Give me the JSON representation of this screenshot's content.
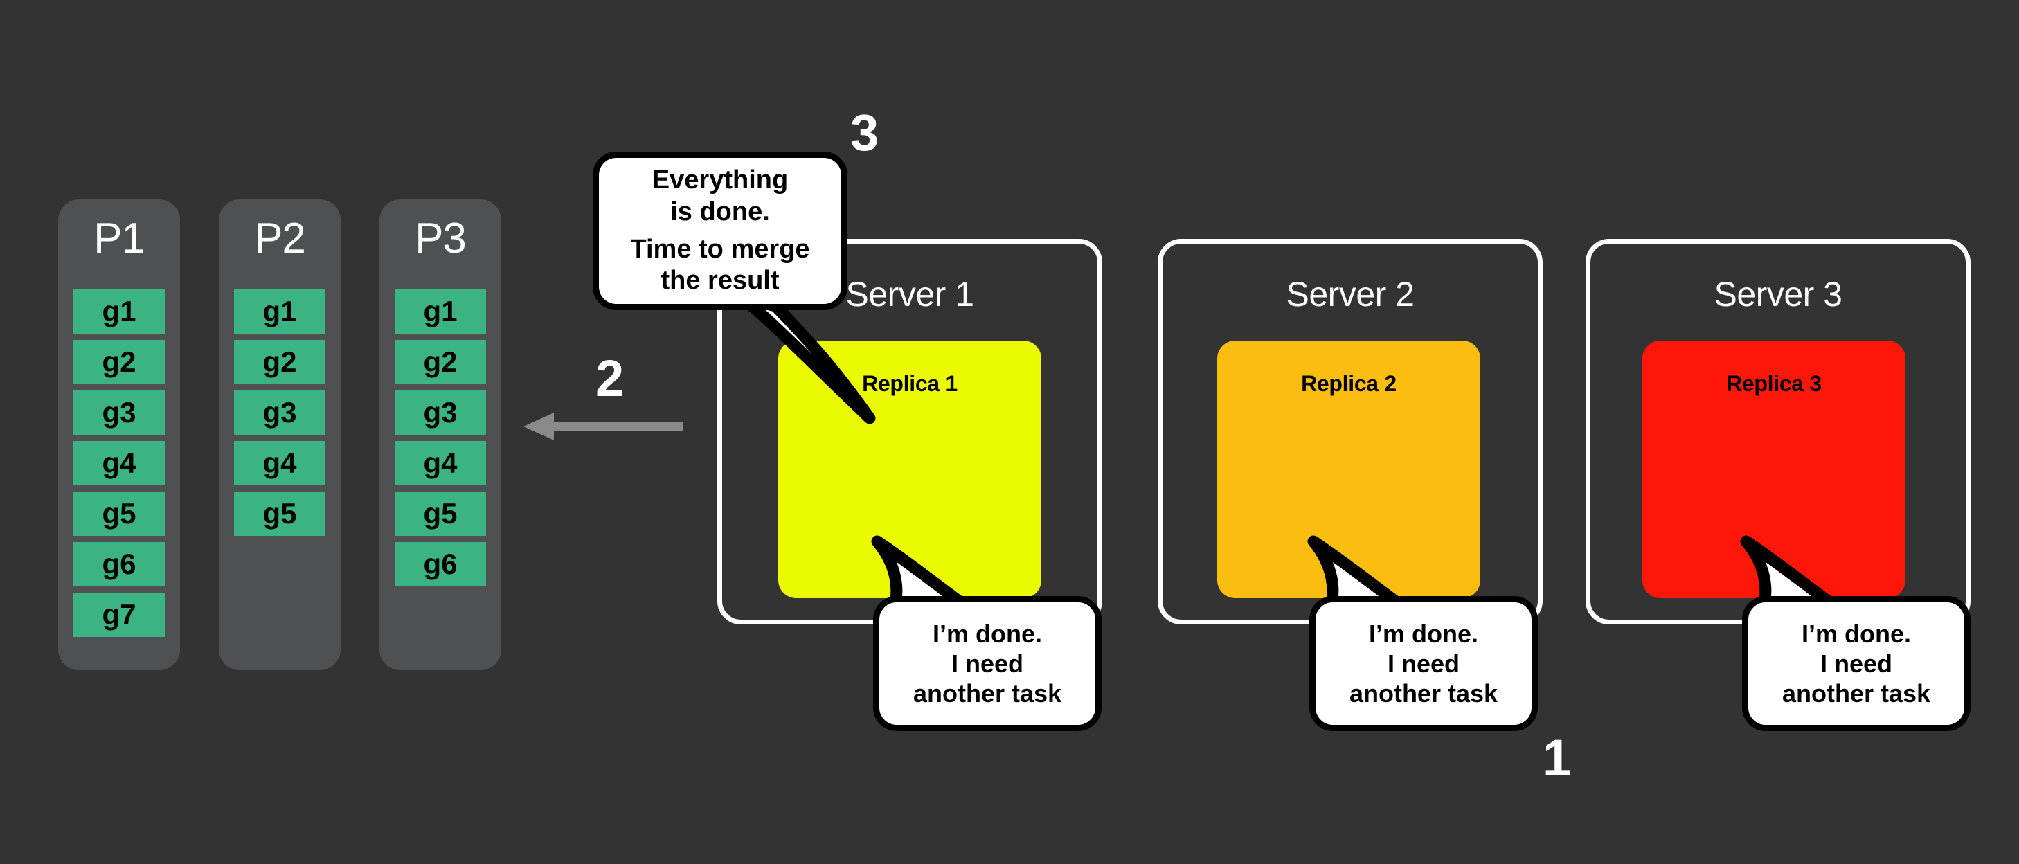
{
  "colors": {
    "background": "#333333",
    "partition_bg": "#4f5052",
    "chunk_green": "#3bb383",
    "replica_1": "#ecfa00",
    "replica_2": "#fbbe10",
    "replica_3": "#fe1608",
    "frame_white": "#ffffff",
    "arrow_gray": "#8a8a8a",
    "text_white": "#ffffff",
    "text_black": "#000000"
  },
  "partitions": [
    {
      "title": "P1",
      "chunks": [
        "g1",
        "g2",
        "g3",
        "g4",
        "g5",
        "g6",
        "g7"
      ]
    },
    {
      "title": "P2",
      "chunks": [
        "g1",
        "g2",
        "g3",
        "g4",
        "g5"
      ]
    },
    {
      "title": "P3",
      "chunks": [
        "g1",
        "g2",
        "g3",
        "g4",
        "g5",
        "g6"
      ]
    }
  ],
  "servers": [
    {
      "title": "Server 1",
      "replica": "Replica 1"
    },
    {
      "title": "Server 2",
      "replica": "Replica 2"
    },
    {
      "title": "Server 3",
      "replica": "Replica 3"
    }
  ],
  "steps": {
    "one": "1",
    "two": "2",
    "three": "3"
  },
  "merge_bubble": {
    "line1": "Everything",
    "line2": "is done.",
    "line3": "Time to merge",
    "line4": "the result"
  },
  "done_bubble": {
    "line1": "I’m done.",
    "line2": "I need",
    "line3": "another task"
  }
}
